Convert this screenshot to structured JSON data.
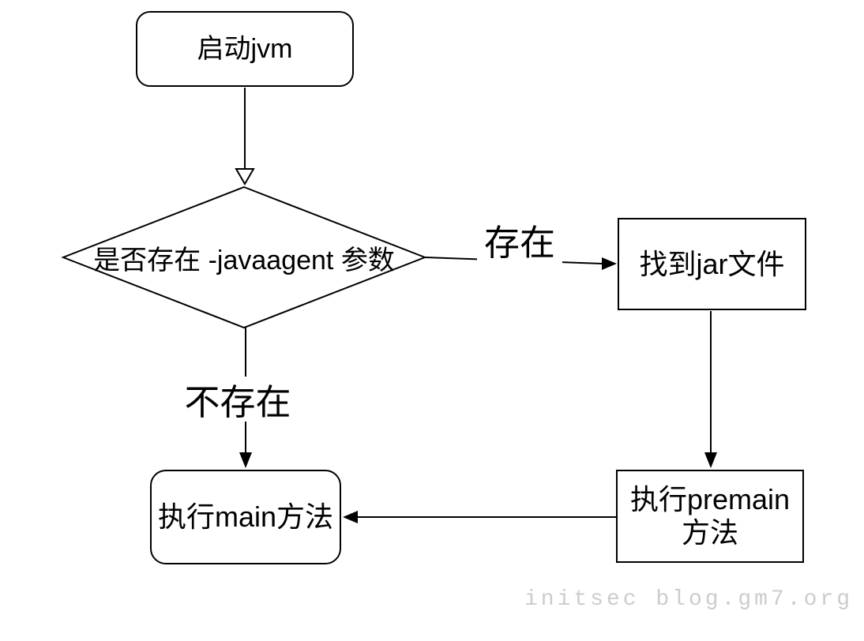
{
  "nodes": {
    "start": {
      "label": "启动jvm",
      "shape": "rounded-rectangle"
    },
    "decision": {
      "label": "是否存在 -javaagent 参数",
      "shape": "diamond"
    },
    "find_jar": {
      "label": "找到jar文件",
      "shape": "rectangle"
    },
    "premain": {
      "line1": "执行premain",
      "line2": "方法",
      "shape": "rectangle"
    },
    "main": {
      "label": "执行main方法",
      "shape": "rounded-rectangle"
    }
  },
  "edges": [
    {
      "from": "start",
      "to": "decision",
      "label": "",
      "arrowhead": "hollow"
    },
    {
      "from": "decision",
      "to": "find_jar",
      "label": "存在",
      "arrowhead": "solid"
    },
    {
      "from": "decision",
      "to": "main",
      "label": "不存在",
      "arrowhead": "solid"
    },
    {
      "from": "find_jar",
      "to": "premain",
      "label": "",
      "arrowhead": "solid"
    },
    {
      "from": "premain",
      "to": "main",
      "label": "",
      "arrowhead": "solid"
    }
  ],
  "watermark": "initsec blog.gm7.org",
  "colors": {
    "stroke": "#000000",
    "background": "#ffffff",
    "node_fill": "#ffffff",
    "watermark_text": "#cccccc"
  }
}
